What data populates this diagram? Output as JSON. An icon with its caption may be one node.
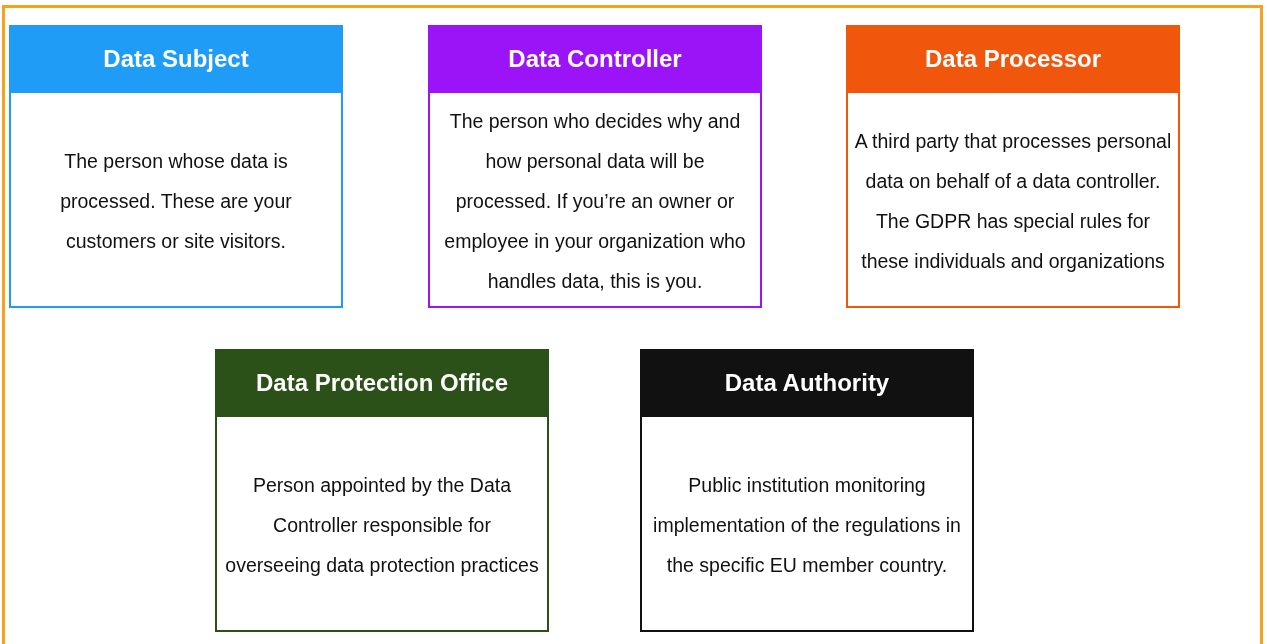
{
  "diagram": {
    "nodes": [
      {
        "text": [
          "Data Subject",
          "The person whose data is processed. These are your customers or site visitors."
        ]
      },
      {
        "text": [
          "Data Controller",
          "The person who decides why and how personal data will be processed. If you’re an owner or employee in your organization who handles data, this is you."
        ]
      },
      {
        "text": [
          "Data Processor",
          "A third party that processes personal data on behalf of a data controller. The GDPR has special rules for these individuals and organizations"
        ]
      },
      {
        "text": [
          "Data Protection Office",
          "Person appointed by the Data Controller responsible for overseeing data protection practices"
        ]
      },
      {
        "text": [
          "Data Authority",
          "Public institution monitoring implementation of the regulations in the specific EU member country."
        ]
      }
    ]
  }
}
